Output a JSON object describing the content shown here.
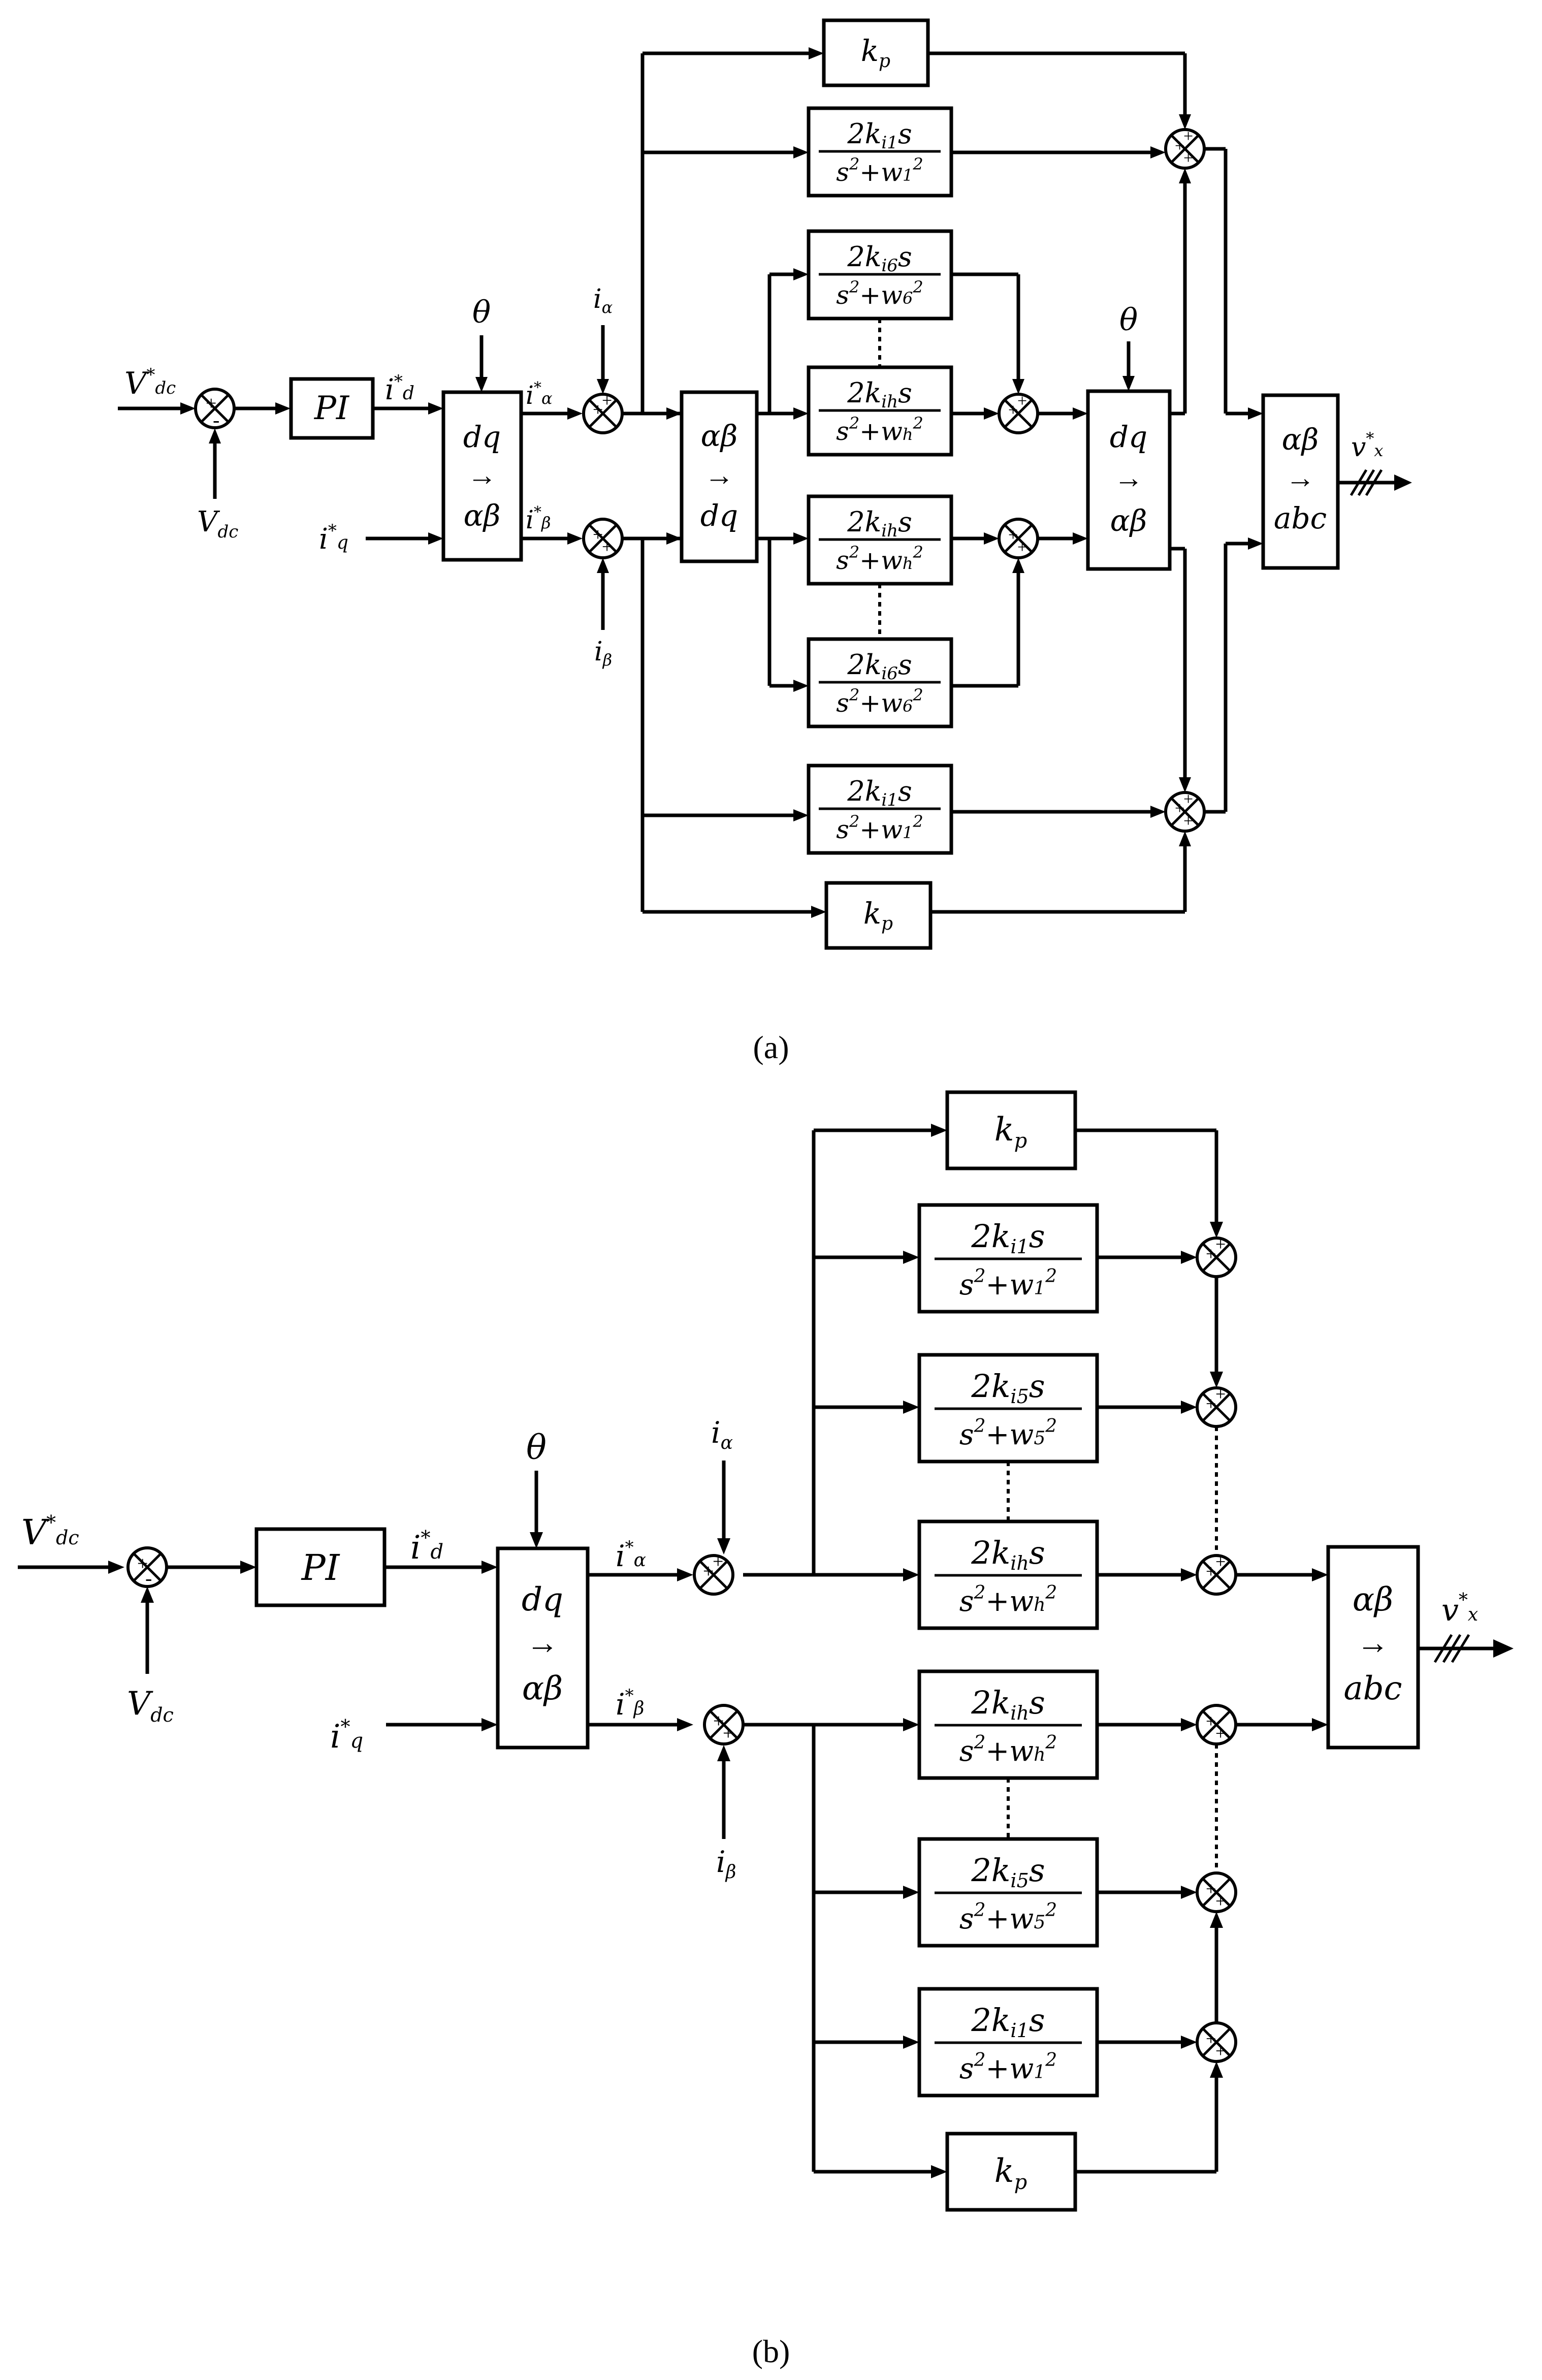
{
  "captions": {
    "a": "(a)",
    "b": "(b)",
    "a_letter": "a",
    "b_letter": "b"
  },
  "signals": {
    "vdc_ref": "V*dc",
    "vdc_ref_main": "V",
    "vdc_ref_sup": "*",
    "vdc_ref_sub": "dc",
    "vdc_main": "V",
    "vdc_sub": "dc",
    "id_main": "i",
    "id_sup": "*",
    "id_sub": "d",
    "iq_main": "i",
    "iq_sup": "*",
    "iq_sub": "q",
    "ialpha_ref_main": "i",
    "ialpha_ref_sup": "*",
    "ialpha_ref_sub": "α",
    "ibeta_ref_main": "i",
    "ibeta_ref_sup": "*",
    "ibeta_ref_sub": "β",
    "ialpha_main": "i",
    "ialpha_sub": "α",
    "ibeta_main": "i",
    "ibeta_sub": "β",
    "theta": "θ",
    "vx_main": "v",
    "vx_sup": "*",
    "vx_sub": "x"
  },
  "blocks": {
    "pi": "PI",
    "dq": "dq",
    "arrow": "→",
    "ab": "αβ",
    "abc": "abc",
    "kp_main": "k",
    "kp_sub": "p",
    "num_2k": "2k",
    "num_s": "s",
    "sub_1": "1",
    "sub_5": "5",
    "sub_6": "6",
    "sub_h": "h",
    "sub_i": "i",
    "den_s": "s",
    "den_sq": "2",
    "den_plus": "+",
    "den_w": "w",
    "den_exp": "2"
  },
  "signs": {
    "plus": "+",
    "minus": "-"
  }
}
